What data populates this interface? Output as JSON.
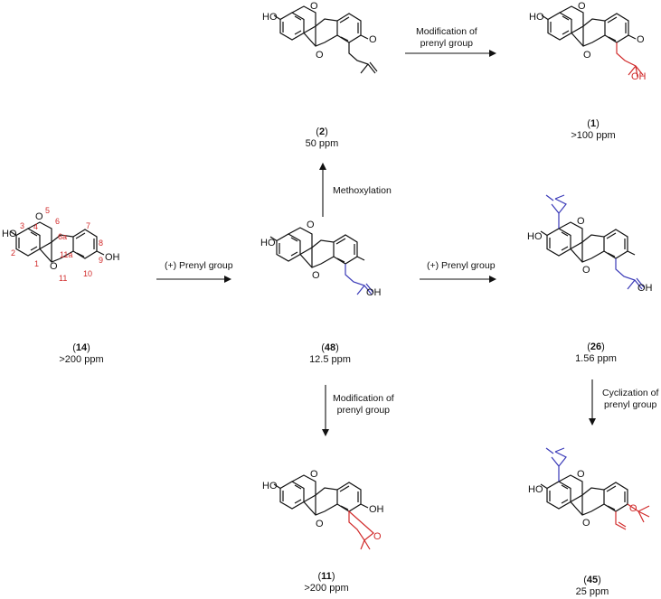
{
  "compounds": [
    {
      "id": "c14",
      "number": "14",
      "conc": ">200 ppm"
    },
    {
      "id": "c48",
      "number": "48",
      "conc": "12.5 ppm"
    },
    {
      "id": "c2",
      "number": "2",
      "conc": "50 ppm"
    },
    {
      "id": "c1",
      "number": "1",
      "conc": ">100 ppm"
    },
    {
      "id": "c26",
      "number": "26",
      "conc": "1.56 ppm"
    },
    {
      "id": "c11",
      "number": "11",
      "conc": ">200 ppm"
    },
    {
      "id": "c45",
      "number": "45",
      "conc": "25 ppm"
    }
  ],
  "steps": {
    "prenyl_1": "(+) Prenyl group",
    "prenyl_2": "(+) Prenyl group",
    "methoxylation": "Methoxylation",
    "mod_top_l1": "Modification of",
    "mod_top_l2": "prenyl group",
    "mod_bottom_l1": "Modification of",
    "mod_bottom_l2": "prenyl group",
    "cyc_l1": "Cyclization of",
    "cyc_l2": "prenyl group"
  },
  "atoms": {
    "ho": "HO",
    "oh": "OH",
    "o": "O"
  },
  "numbering": [
    "1",
    "2",
    "3",
    "4",
    "5",
    "6",
    "6a",
    "7",
    "8",
    "9",
    "10",
    "11",
    "11a"
  ],
  "colors": {
    "prenyl_added": "#3a3ab8",
    "prenyl_modified": "#d12b2b",
    "bond": "#111111"
  }
}
